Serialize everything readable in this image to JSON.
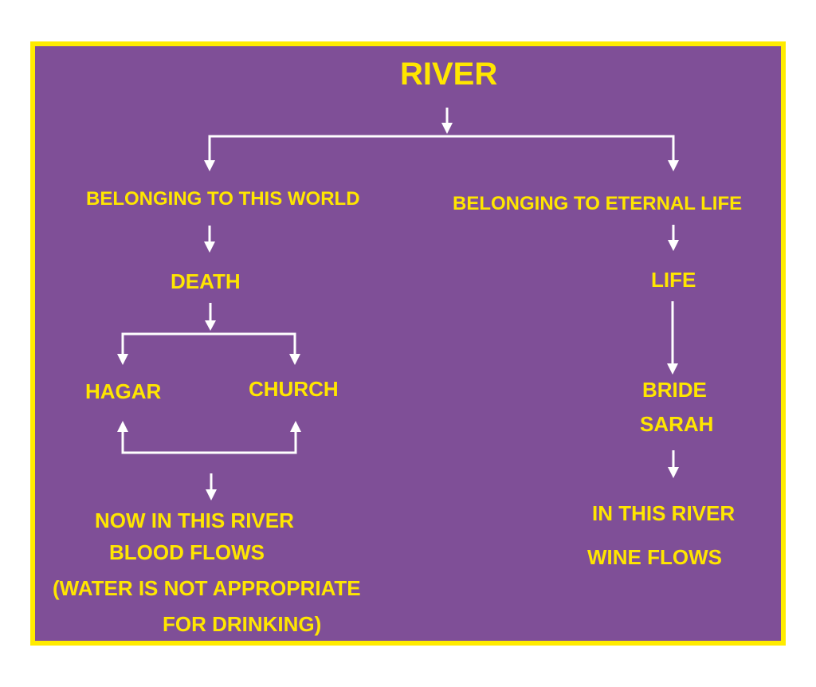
{
  "diagram": {
    "title": "RIVER",
    "colors": {
      "background": "#7F4F97",
      "border": "#FFEB00",
      "text": "#FFE600",
      "arrows": "#FFFFFF"
    },
    "left_branch": {
      "heading": "BELONGING TO THIS WORLD",
      "state": "DEATH",
      "split": [
        "HAGAR",
        "CHURCH"
      ],
      "outcome": [
        "NOW IN THIS RIVER",
        "BLOOD FLOWS",
        "(WATER IS NOT APPROPRIATE",
        "FOR DRINKING)"
      ]
    },
    "right_branch": {
      "heading": "BELONGING TO ETERNAL LIFE",
      "state": "LIFE",
      "identity": [
        "BRIDE",
        "SARAH"
      ],
      "outcome": [
        "IN THIS RIVER",
        "WINE FLOWS"
      ]
    },
    "edges": [
      {
        "from": "RIVER",
        "to": "BELONGING TO THIS WORLD"
      },
      {
        "from": "RIVER",
        "to": "BELONGING TO ETERNAL LIFE"
      },
      {
        "from": "BELONGING TO THIS WORLD",
        "to": "DEATH"
      },
      {
        "from": "DEATH",
        "to": "HAGAR"
      },
      {
        "from": "DEATH",
        "to": "CHURCH"
      },
      {
        "from": "HAGAR/CHURCH",
        "to": "HAGAR"
      },
      {
        "from": "HAGAR/CHURCH",
        "to": "CHURCH"
      },
      {
        "from": "HAGAR/CHURCH",
        "to": "NOW IN THIS RIVER BLOOD FLOWS"
      },
      {
        "from": "BELONGING TO ETERNAL LIFE",
        "to": "LIFE"
      },
      {
        "from": "LIFE",
        "to": "BRIDE SARAH"
      },
      {
        "from": "BRIDE SARAH",
        "to": "IN THIS RIVER WINE FLOWS"
      }
    ]
  }
}
